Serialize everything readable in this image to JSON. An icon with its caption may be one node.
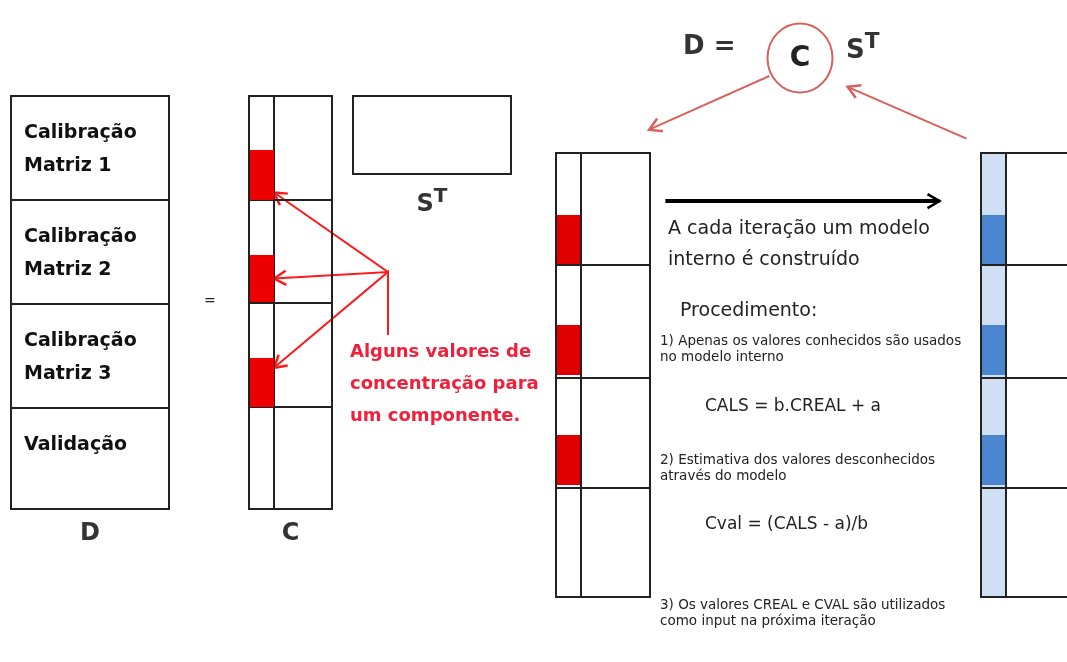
{
  "diagram": {
    "nodes": [
      {
        "text": [
          "D"
        ]
      },
      {
        "text": [
          "Calibração Matriz 1"
        ],
        "in": 0
      },
      {
        "text": [
          "Calibração Matriz 2"
        ],
        "in": 0
      },
      {
        "text": [
          "Calibração Matriz 3"
        ],
        "in": 0
      },
      {
        "text": [
          "Validação"
        ],
        "in": 0
      },
      {
        "text": [
          "C"
        ]
      },
      {
        "text": [],
        "shape": "box",
        "in": 5
      },
      {
        "text": [],
        "shape": "box",
        "in": 5
      },
      {
        "text": [],
        "shape": "box",
        "in": 5
      },
      {
        "text": [
          "Alguns valores de concentração para um componente."
        ]
      },
      {
        "text": [
          "S$^{T}$"
        ]
      },
      {
        "text": [
          "C"
        ]
      },
      {
        "text": [],
        "shape": "box"
      },
      {
        "text": [],
        "shape": "box"
      }
    ],
    "edges": [
      {
        "from": 9,
        "to": 6,
        "arrow": "to",
        "color": "#ff1a1a"
      },
      {
        "from": 9,
        "to": 7,
        "arrow": "to",
        "color": "#ff1a1a"
      },
      {
        "from": 9,
        "to": 8,
        "arrow": "to",
        "color": "#ff1a1a"
      },
      {
        "from": 11,
        "to": 12,
        "arrow": "to",
        "color": "#d9605c"
      },
      {
        "from": 13,
        "to": 11,
        "arrow": "to",
        "color": "#d9605c"
      },
      {
        "from": 12,
        "to": 13,
        "arrow": "to",
        "label": "A cada iteração um modelo interno é construído",
        "style": "thick",
        "color": "#000000"
      }
    ],
    "labels": [
      "D =",
      "S$^{T}$",
      "=",
      "Procedimento:",
      "1) Apenas os valores conhecidos são usados no modelo interno",
      "CALS = b.CREAL + a",
      "2) Estimativa dos valores desconhecidos através do modelo",
      "Cval = (CALS - a)/b",
      "3) Os valores CREAL e CVAL são utilizados como input na próxima iteração"
    ]
  }
}
